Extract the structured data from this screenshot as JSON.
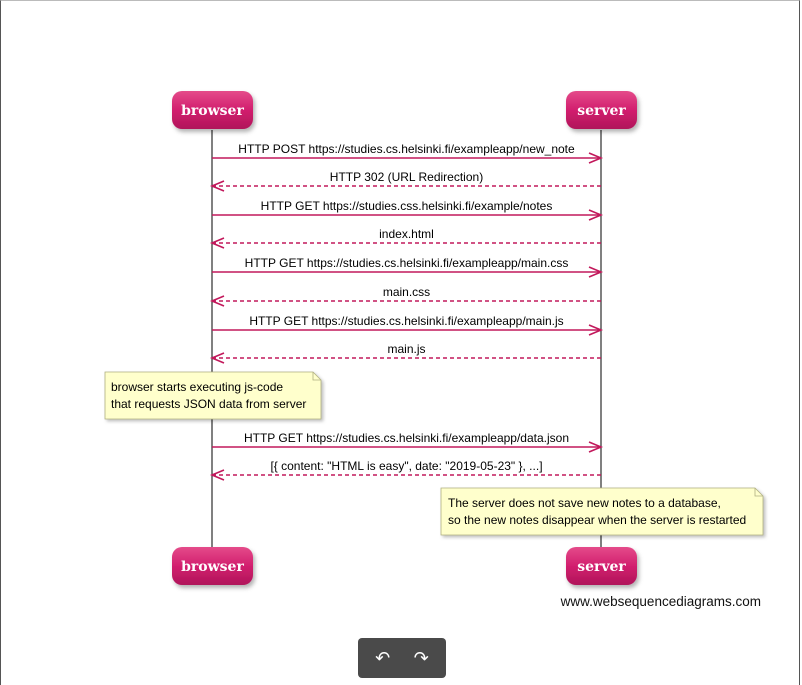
{
  "participants": {
    "left": "browser",
    "right": "server"
  },
  "colors": {
    "participant_fill": "#d21f6e",
    "arrow": "#c2185b",
    "lifeline": "#000000",
    "note_fill": "#ffffcc",
    "toolbar_bg": "#4a4a4a"
  },
  "messages": [
    {
      "text": "HTTP POST https://studies.cs.helsinki.fi/exampleapp/new_note",
      "direction": "right",
      "style": "solid"
    },
    {
      "text": "HTTP 302 (URL Redirection)",
      "direction": "left",
      "style": "dashed"
    },
    {
      "text": "HTTP GET https://studies.css.helsinki.fi/example/notes",
      "direction": "right",
      "style": "solid"
    },
    {
      "text": "index.html",
      "direction": "left",
      "style": "dashed"
    },
    {
      "text": "HTTP GET https://studies.cs.helsinki.fi/exampleapp/main.css",
      "direction": "right",
      "style": "solid"
    },
    {
      "text": "main.css",
      "direction": "left",
      "style": "dashed"
    },
    {
      "text": "HTTP GET https://studies.cs.helsinki.fi/exampleapp/main.js",
      "direction": "right",
      "style": "solid"
    },
    {
      "text": "main.js",
      "direction": "left",
      "style": "dashed"
    },
    {
      "text": "HTTP GET https://studies.cs.helsinki.fi/exampleapp/data.json",
      "direction": "right",
      "style": "solid"
    },
    {
      "text": "[{ content: \"HTML is easy\", date: \"2019-05-23\" }, ...]",
      "direction": "left",
      "style": "dashed"
    }
  ],
  "notes": {
    "browser_note": [
      "browser starts executing js-code",
      "that requests JSON data from server"
    ],
    "server_note": [
      "The server does not save new notes to a database,",
      "so the new notes disappear when the server is restarted"
    ]
  },
  "watermark": "www.websequencediagrams.com",
  "toolbar": {
    "undo_icon": "undo-icon",
    "redo_icon": "redo-icon",
    "undo_glyph": "↶",
    "redo_glyph": "↷"
  }
}
